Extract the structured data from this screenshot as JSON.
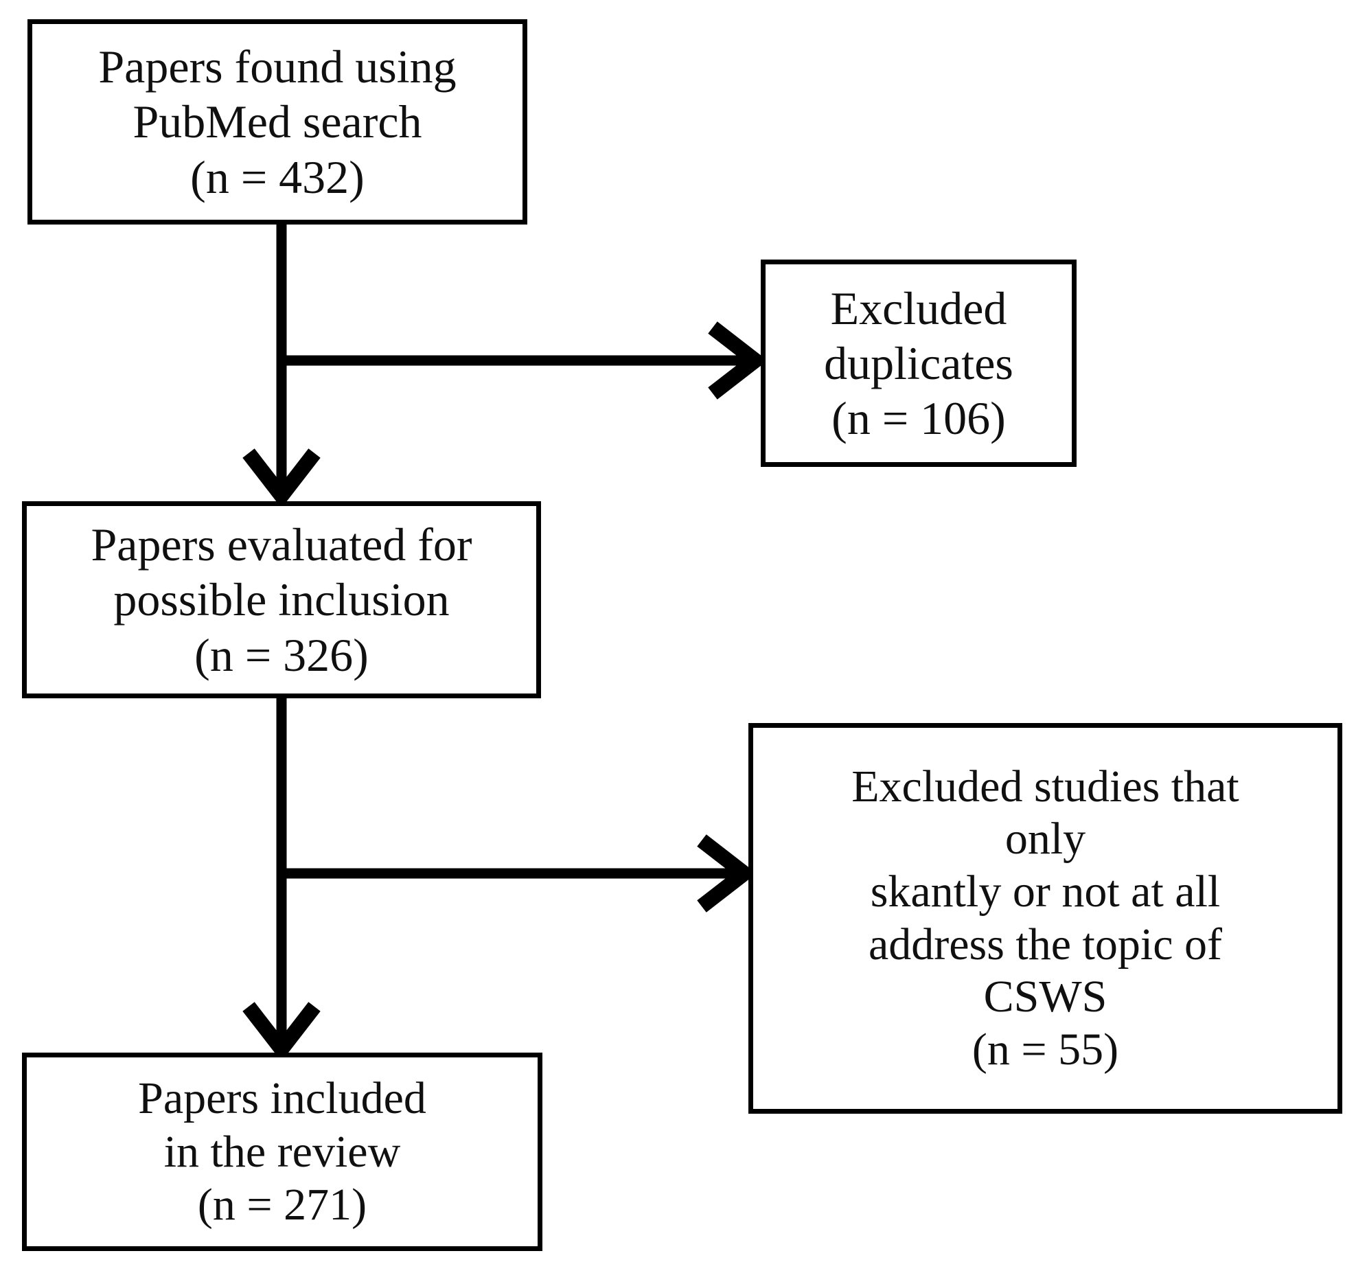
{
  "diagram": {
    "title": "PRISMA-style literature selection flow diagram",
    "background_color": "#ffffff",
    "stroke_color": "#000000",
    "nodes": {
      "found": {
        "id": "papers-found",
        "lines": [
          "Papers found using",
          "PubMed search",
          "(n = 432)"
        ],
        "line1": "Papers found using",
        "line2": "PubMed search",
        "line3": "(n = 432)",
        "count": 432
      },
      "duplicates": {
        "id": "excluded-duplicates",
        "lines": [
          "Excluded",
          "duplicates",
          "(n = 106)"
        ],
        "line1": "Excluded",
        "line2": "duplicates",
        "line3": "(n = 106)",
        "count": 106
      },
      "evaluated": {
        "id": "papers-evaluated",
        "lines": [
          "Papers evaluated for",
          "possible inclusion",
          "(n = 326)"
        ],
        "line1": "Papers evaluated for",
        "line2": "possible inclusion",
        "line3": "(n = 326)",
        "count": 326
      },
      "excluded_topic": {
        "id": "excluded-off-topic",
        "lines": [
          "Excluded studies that",
          "only",
          "skantly or not at all",
          "address the topic of",
          "CSWS",
          "(n = 55)"
        ],
        "line1": "Excluded studies that",
        "line2": "only",
        "line3": "skantly or not at all",
        "line4": "address the topic of",
        "line5": "CSWS",
        "line6": "(n = 55)",
        "count": 55
      },
      "included": {
        "id": "papers-included",
        "lines": [
          "Papers included",
          "in the review",
          "(n = 271)"
        ],
        "line1": "Papers included",
        "line2": "in the review",
        "line3": "(n = 271)",
        "count": 271
      }
    },
    "edges": [
      {
        "name": "found-to-evaluated",
        "from": "papers-found",
        "to": "papers-evaluated",
        "direction": "down",
        "arrowhead": "open-chevron"
      },
      {
        "name": "found-to-duplicates",
        "from": "papers-found",
        "to": "excluded-duplicates",
        "direction": "right",
        "arrowhead": "open-chevron"
      },
      {
        "name": "evaluated-to-included",
        "from": "papers-evaluated",
        "to": "papers-included",
        "direction": "down",
        "arrowhead": "open-chevron"
      },
      {
        "name": "evaluated-to-excluded-topic",
        "from": "papers-evaluated",
        "to": "excluded-off-topic",
        "direction": "right",
        "arrowhead": "open-chevron"
      }
    ]
  }
}
